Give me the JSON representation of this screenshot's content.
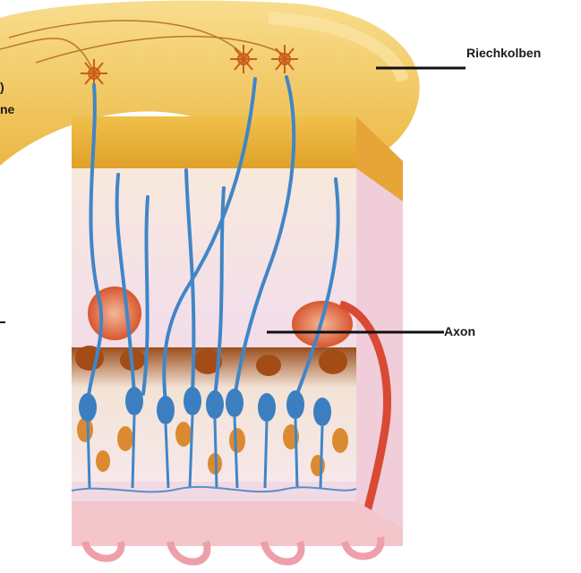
{
  "labels": {
    "riechkolben": "Riechkolben",
    "axon": "Axon",
    "cut_left_1": ")",
    "cut_left_2": "ne"
  },
  "colors": {
    "bulb": "#f1c659",
    "bulb_light": "#f8dd8e",
    "mucosa_band": "#e9ad2c",
    "tissue": "#f4e1ea",
    "neuron_blue": "#3f86c8",
    "cell_brown": "#a8551b",
    "cell_orange": "#dd8a2c",
    "vessel_red": "#d94a33",
    "base_pink": "#f1b7be"
  }
}
